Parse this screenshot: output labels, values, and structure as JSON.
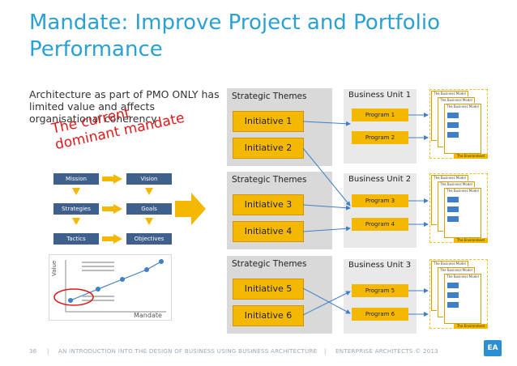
{
  "title": "Mandate: Improve Project and Portfolio Performance",
  "subtitle": "Architecture as part of PMO ONLY has limited value and affects organisational coherency",
  "handnote": "The current dominant mandate",
  "left_diagram": {
    "boxes": [
      "Mission",
      "Vision",
      "Strategies",
      "Goals",
      "Tactics",
      "Objectives"
    ]
  },
  "value_chart": {
    "y_label": "Value",
    "x_label": "Mandate"
  },
  "themes": [
    {
      "title": "Strategic Themes",
      "initiatives": [
        "Initiative 1",
        "Initiative 2"
      ]
    },
    {
      "title": "Strategic Themes",
      "initiatives": [
        "Initiative 3",
        "Initiative 4"
      ]
    },
    {
      "title": "Strategic Themes",
      "initiatives": [
        "Initiative 5",
        "Initiative 6"
      ]
    }
  ],
  "business_units": [
    {
      "title": "Business Unit 1",
      "programs": [
        "Program 1",
        "Program 2"
      ]
    },
    {
      "title": "Business Unit 2",
      "programs": [
        "Program 3",
        "Program 4"
      ]
    },
    {
      "title": "Business Unit 3",
      "programs": [
        "Program 5",
        "Program 6"
      ]
    }
  ],
  "business_model": {
    "card_title": "The Business Model",
    "env_label": "The Environment"
  },
  "footer": {
    "page": "36",
    "text": "AN INTRODUCTION INTO THE DESIGN OF BUSINESS USING BUSINESS ARCHITECTURE",
    "org": "ENTERPRISE ARCHITECTS © 2013"
  },
  "logo_text": "EA",
  "colors": {
    "accent": "#2aa0d4",
    "initiative": "#f5b800",
    "box": "#3f5f8c",
    "note": "#e01919"
  }
}
